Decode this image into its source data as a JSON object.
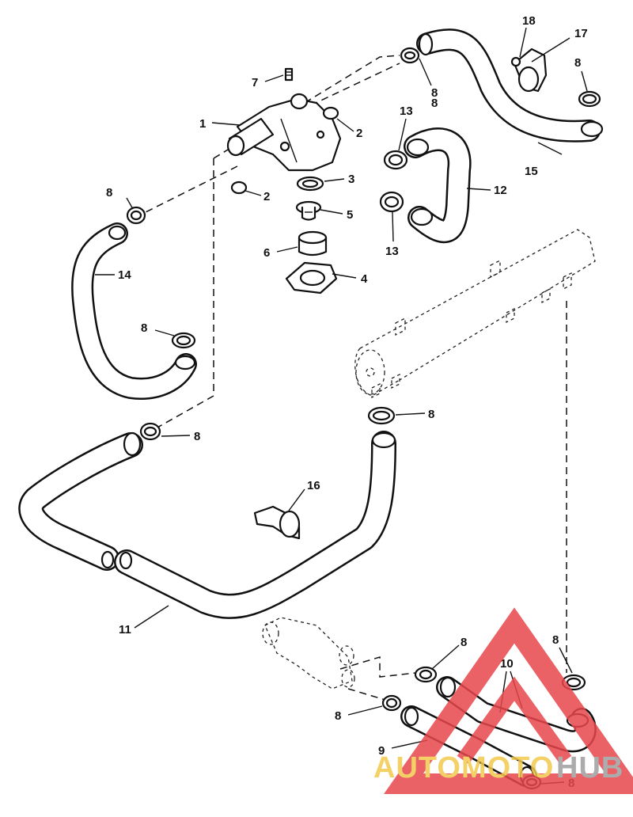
{
  "diagram": {
    "callouts": [
      {
        "id": "c1",
        "label": "1"
      },
      {
        "id": "c2a",
        "label": "2"
      },
      {
        "id": "c2b",
        "label": "2"
      },
      {
        "id": "c3",
        "label": "3"
      },
      {
        "id": "c4",
        "label": "4"
      },
      {
        "id": "c5",
        "label": "5"
      },
      {
        "id": "c6",
        "label": "6"
      },
      {
        "id": "c7",
        "label": "7"
      },
      {
        "id": "c8a",
        "label": "8"
      },
      {
        "id": "c8b",
        "label": "8"
      },
      {
        "id": "c8c",
        "label": "8"
      },
      {
        "id": "c8d",
        "label": "8"
      },
      {
        "id": "c8e",
        "label": "8"
      },
      {
        "id": "c8f",
        "label": "8"
      },
      {
        "id": "c8g",
        "label": "8"
      },
      {
        "id": "c8h",
        "label": "8"
      },
      {
        "id": "c8i",
        "label": "8"
      },
      {
        "id": "c8j",
        "label": "8"
      },
      {
        "id": "c8k",
        "label": "8"
      },
      {
        "id": "c9",
        "label": "9"
      },
      {
        "id": "c10",
        "label": "10"
      },
      {
        "id": "c11",
        "label": "11"
      },
      {
        "id": "c12",
        "label": "12"
      },
      {
        "id": "c13a",
        "label": "13"
      },
      {
        "id": "c13b",
        "label": "13"
      },
      {
        "id": "c14",
        "label": "14"
      },
      {
        "id": "c15",
        "label": "15"
      },
      {
        "id": "c16",
        "label": "16"
      },
      {
        "id": "c17",
        "label": "17"
      },
      {
        "id": "c18",
        "label": "18"
      }
    ]
  },
  "watermark": {
    "text_part1": "AUTOMOTO",
    "text_part2": "HUB",
    "color_triangle": "#e8474c",
    "color_text1": "#f2c94c",
    "color_text2": "#9e9e9e"
  }
}
